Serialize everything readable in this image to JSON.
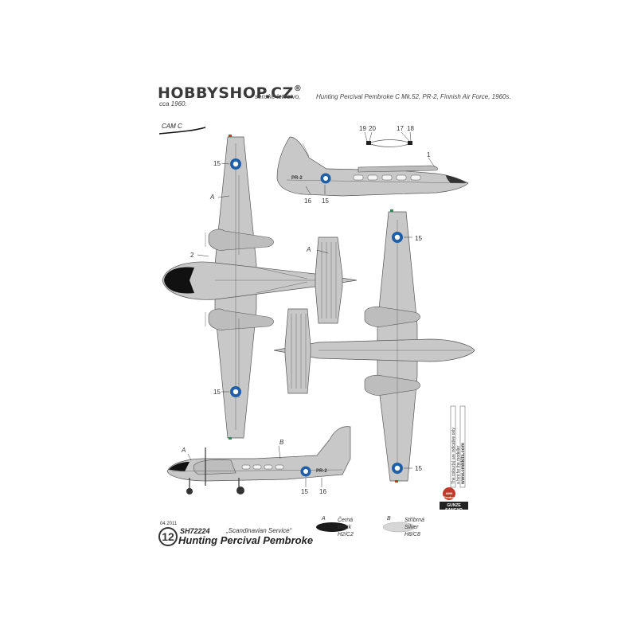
{
  "watermark": "HOBBYSHOP.CZ",
  "watermark_mark": "®",
  "header": {
    "left_line1": "senské letectvo,",
    "left_line2": "cca 1960.",
    "right": "Hunting Percival Pembroke C Mk.52, PR-2, Finnish Air Force, 1960s."
  },
  "cam_label": "CAM  C",
  "callouts": {
    "n15": "15",
    "n16": "16",
    "n2": "2",
    "n1": "1",
    "n19": "19",
    "n20": "20",
    "n17": "17",
    "n18": "18",
    "a": "A",
    "b": "B"
  },
  "serials": {
    "side_top": "PR-2",
    "side_bottom": "PR-2"
  },
  "footer": {
    "date": "04.2011",
    "number": "12",
    "code": "SH72224",
    "subtitle": "„Scandinavian Service“",
    "title": "Hunting Percival Pembroke"
  },
  "swatches": [
    {
      "key": "A",
      "lines": [
        "Černá",
        "Black",
        "H2/C2"
      ],
      "color": "#1a1a1a"
    },
    {
      "key": "B",
      "lines": [
        "Stříbrná",
        "Silver",
        "H8/C8"
      ],
      "color": "#d6d6d6"
    }
  ],
  "side_text": {
    "line1": "The colour(s) are indicative only",
    "line2": "a hint for the modeller",
    "url": "www.cmkkits.com"
  },
  "logos": {
    "top": "AMK Products",
    "bottom": "GUNZE SANGYO"
  },
  "colors": {
    "aircraft": "#c8c8c8",
    "outline": "#555555",
    "roundel_blue": "#1e5fa8",
    "black": "#111111"
  }
}
